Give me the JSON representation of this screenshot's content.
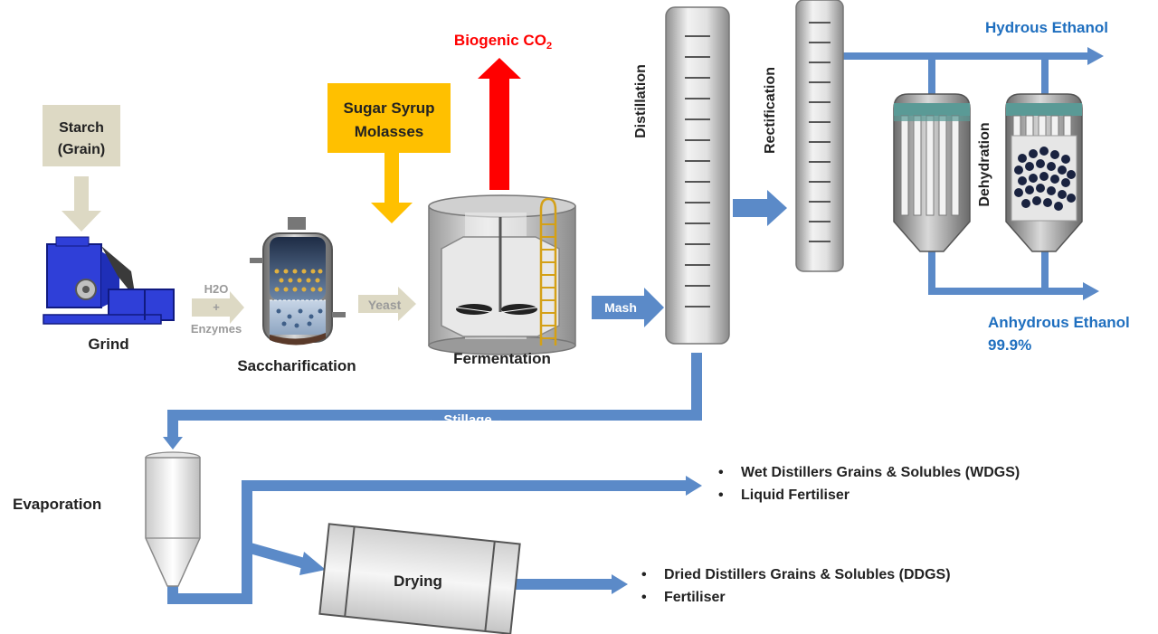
{
  "labels": {
    "starch_line1": "Starch",
    "starch_line2": "(Grain)",
    "grind": "Grind",
    "h2o": "H2O",
    "plus": "+",
    "enzymes": "Enzymes",
    "saccharification": "Saccharification",
    "sugar_line1": "Sugar Syrup",
    "sugar_line2": "Molasses",
    "yeast": "Yeast",
    "biogenic": "Biogenic CO",
    "biogenic_sub": "2",
    "fermentation": "Fermentation",
    "mash": "Mash",
    "distillation": "Distillation",
    "rectification": "Rectification",
    "dehydration": "Dehydration",
    "hydrous": "Hydrous Ethanol",
    "anhydrous_line1": "Anhydrous Ethanol",
    "anhydrous_line2": "99.9%",
    "stillage": "← Stillage ←",
    "evaporation": "Evaporation",
    "drying": "Drying",
    "wdgs": "Wet Distillers Grains & Solubles (WDGS)",
    "liquid_fertiliser": "Liquid Fertiliser",
    "ddgs": "Dried Distillers Grains & Solubles (DDGS)",
    "fertiliser": "Fertiliser",
    "bullet": "•"
  },
  "colors": {
    "flow_blue": "#5b8ac8",
    "product_blue": "#1f6fbf",
    "co2_red": "#ff0000",
    "sugar_yellow": "#ffc000",
    "input_beige": "#ddd9c4",
    "grey_text": "#9a9a9a",
    "grinder_blue": "#2f3fd8",
    "column_grey": "#c8c8c8",
    "teal": "#5a9a96"
  }
}
